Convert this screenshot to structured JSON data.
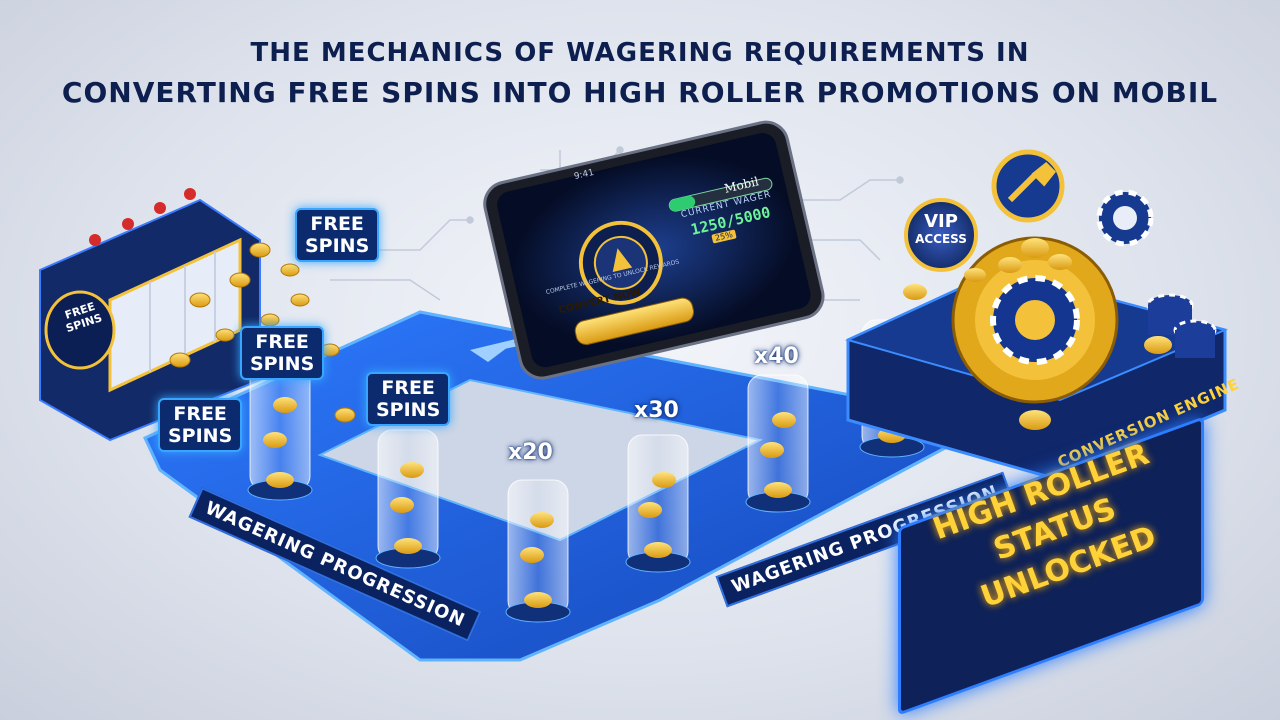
{
  "title": {
    "line1": "THE MECHANICS OF WAGERING REQUIREMENTS IN",
    "line2": "CONVERTING FREE SPINS INTO HIGH ROLLER PROMOTIONS ON MOBIL"
  },
  "slot_machine": {
    "label_line1": "FREE",
    "label_line2": "SPINS"
  },
  "free_spins_badges": [
    {
      "line1": "FREE",
      "line2": "SPINS"
    },
    {
      "line1": "FREE",
      "line2": "SPINS"
    },
    {
      "line1": "FREE",
      "line2": "SPINS"
    },
    {
      "line1": "FREE",
      "line2": "SPINS"
    }
  ],
  "multipliers": [
    "x20",
    "x30",
    "x40"
  ],
  "track_labels": {
    "left": "WAGERING PROGRESSION",
    "right": "WAGERING PROGRESSION"
  },
  "phone": {
    "app_name": "Mobil",
    "status_time": "9:41",
    "wager_label": "CURRENT WAGER",
    "wager_value": "1250/5000",
    "progress": 0.25,
    "progress_tag": "25%",
    "subtext": "COMPLETE WAGERING TO UNLOCK REWARDS",
    "cta_label": "CONVERT NOW"
  },
  "vip_badge": {
    "line1": "VIP",
    "line2": "ACCESS"
  },
  "conversion_engine_label": "CONVERSION ENGINE",
  "high_roller": {
    "line1": "HIGH ROLLER STATUS",
    "line2": "UNLOCKED"
  },
  "colors": {
    "navy": "#0d1f4f",
    "track_blue": "#1e5fd6",
    "glow_blue": "#38a6ff",
    "gold": "#f3c23a",
    "highlight_gold": "#ffd23a",
    "progress_green": "#2ecc71"
  }
}
